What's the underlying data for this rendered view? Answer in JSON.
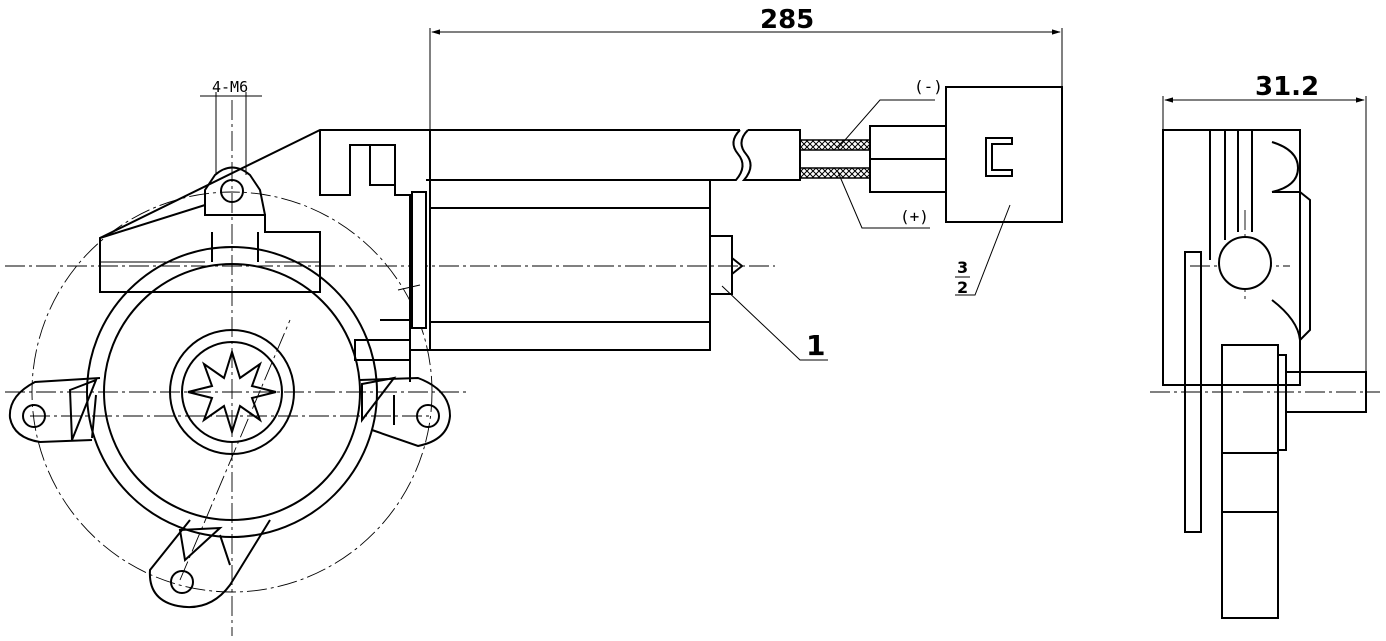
{
  "dimensions": {
    "length": "285",
    "width": "31.2",
    "bolt_callout": "4-M6"
  },
  "wire_labels": {
    "negative": "(-)",
    "positive": "(+)"
  },
  "part_labels": {
    "item_1": "1",
    "item_3_2_top": "3",
    "item_3_2_bottom": "2"
  },
  "colors": {
    "line": "#000000",
    "background": "#ffffff"
  }
}
